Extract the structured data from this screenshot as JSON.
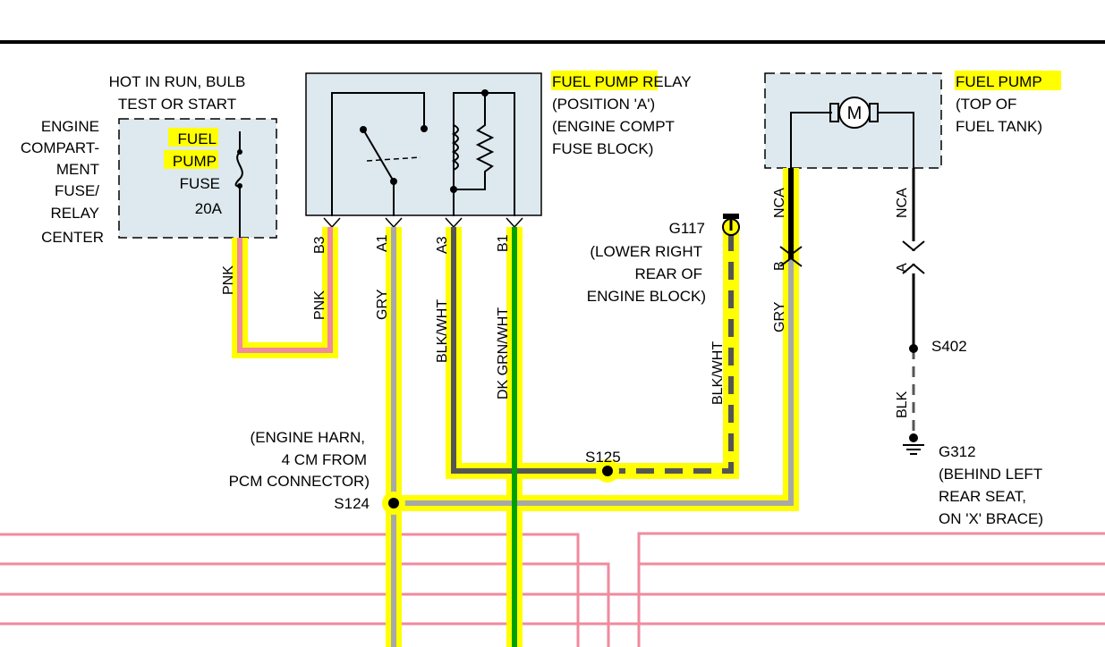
{
  "power_label": [
    "HOT IN RUN, BULB",
    "TEST OR START"
  ],
  "engine_box": [
    "ENGINE",
    "COMPART-",
    "MENT",
    "FUSE/",
    "RELAY",
    "CENTER"
  ],
  "fuse": {
    "hl1": "FUEL",
    "hl2": "PUMP",
    "name": "FUSE",
    "rating": "20A"
  },
  "relay": {
    "hl": "FUEL PUMP",
    "name": " RELAY",
    "line2": "(POSITION 'A')",
    "line3": "(ENGINE COMPT",
    "line4": "FUSE BLOCK)"
  },
  "pump": {
    "hl": "FUEL PUMP",
    "line2": "(TOP OF",
    "line3": "FUEL TANK)",
    "motor_symbol": "M"
  },
  "pins": {
    "b3": "B3",
    "a1": "A1",
    "a3": "A3",
    "b1": "B1",
    "pump_b": "B",
    "pump_a": "A",
    "nca1": "NCA",
    "nca2": "NCA"
  },
  "wires": {
    "pnk1": "PNK",
    "pnk2": "PNK",
    "gry1": "GRY",
    "blkwht": "BLK/WHT",
    "dkgrnwht": "DK GRN/WHT",
    "blkwht2": "BLK/WHT",
    "gry2": "GRY",
    "blk": "BLK"
  },
  "g117": [
    "G117",
    "(LOWER RIGHT",
    "REAR OF",
    "ENGINE BLOCK)"
  ],
  "s124": [
    "(ENGINE HARN,",
    "4 CM FROM",
    "PCM CONNECTOR)",
    "S124"
  ],
  "s125": "S125",
  "s402": "S402",
  "g312": [
    "G312",
    "(BEHIND LEFT",
    "REAR SEAT,",
    "ON 'X' BRACE)"
  ],
  "colors": {
    "highlight": "#ffff00",
    "pink": "#f08a9e",
    "gray": "#a8a8a8",
    "dark_gray": "#555555",
    "green": "#00a000",
    "box_fill": "#dde8ef"
  }
}
